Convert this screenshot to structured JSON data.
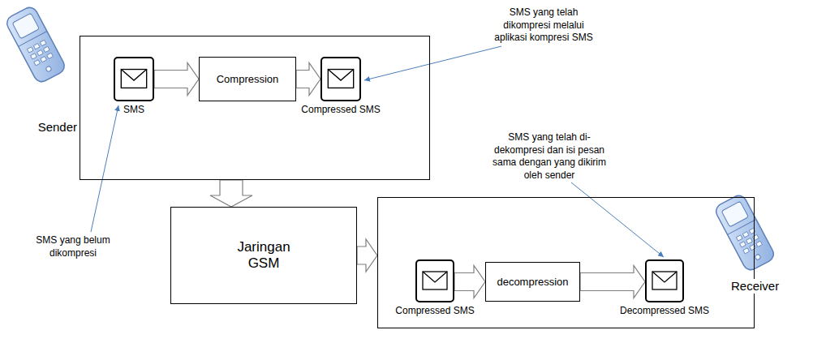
{
  "diagram": {
    "nodes": [
      {
        "text": [
          "Sender"
        ]
      },
      {
        "text": [
          "SMS"
        ],
        "in": 0
      },
      {
        "text": [
          "Compression"
        ],
        "in": 0
      },
      {
        "text": [
          "Compressed SMS"
        ],
        "in": 0
      },
      {
        "text": [
          "Jaringan GSM"
        ]
      },
      {
        "text": [
          "Receiver"
        ]
      },
      {
        "text": [
          "Compressed SMS"
        ],
        "in": 5
      },
      {
        "text": [
          "decompression"
        ],
        "in": 5
      },
      {
        "text": [
          "Decompressed SMS"
        ],
        "in": 5
      }
    ],
    "edges": [
      {
        "from": 1,
        "to": 2,
        "arrow": "to"
      },
      {
        "from": 2,
        "to": 3,
        "arrow": "to"
      },
      {
        "from": 0,
        "to": 4,
        "arrow": "to"
      },
      {
        "from": 4,
        "to": 5,
        "arrow": "to"
      },
      {
        "from": 6,
        "to": 7,
        "arrow": "to"
      },
      {
        "from": 7,
        "to": 8,
        "arrow": "to"
      }
    ],
    "labels": [
      "SMS yang telah dikompresi melalui aplikasi kompresi SMS",
      "SMS yang telah di-dekompresi dan isi pesan sama dengan yang dikirim oleh sender",
      "SMS yang belum dikompresi"
    ]
  }
}
